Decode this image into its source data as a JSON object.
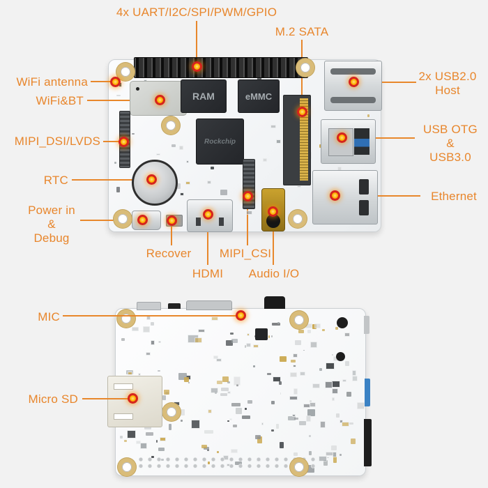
{
  "diagram": {
    "background": "#f2f2f2",
    "accent_color": "#e8862c",
    "marker_ring_color": "#d6251c",
    "marker_center_color": "#ffb300",
    "pcb_color": "#f5f7f8",
    "subject": "single-board-computer annotated top and bottom views"
  },
  "board_top_view": {
    "silkscreen": {
      "ram": "RAM",
      "emmc": "eMMC",
      "cpu_brand": "Rockchip"
    }
  },
  "callouts": {
    "gpio": "4x UART/I2C/SPI/PWM/GPIO",
    "m2_sata": "M.2 SATA",
    "wifi_antenna": "WiFi antenna",
    "wifi_bt": "WiFi&BT",
    "mipi_dsi": "MIPI_DSI/LVDS",
    "rtc": "RTC",
    "power_line1": "Power in",
    "power_line2": "&",
    "power_line3": "Debug",
    "recover": "Recover",
    "hdmi": "HDMI",
    "mipi_csi": "MIPI_CSI",
    "audio": "Audio I/O",
    "usb2_line1": "2x USB2.0",
    "usb2_line2": "Host",
    "usb_otg_line1": "USB OTG",
    "usb_otg_line2": "&",
    "usb_otg_line3": "USB3.0",
    "ethernet": "Ethernet",
    "mic": "MIC",
    "micro_sd": "Micro SD"
  }
}
